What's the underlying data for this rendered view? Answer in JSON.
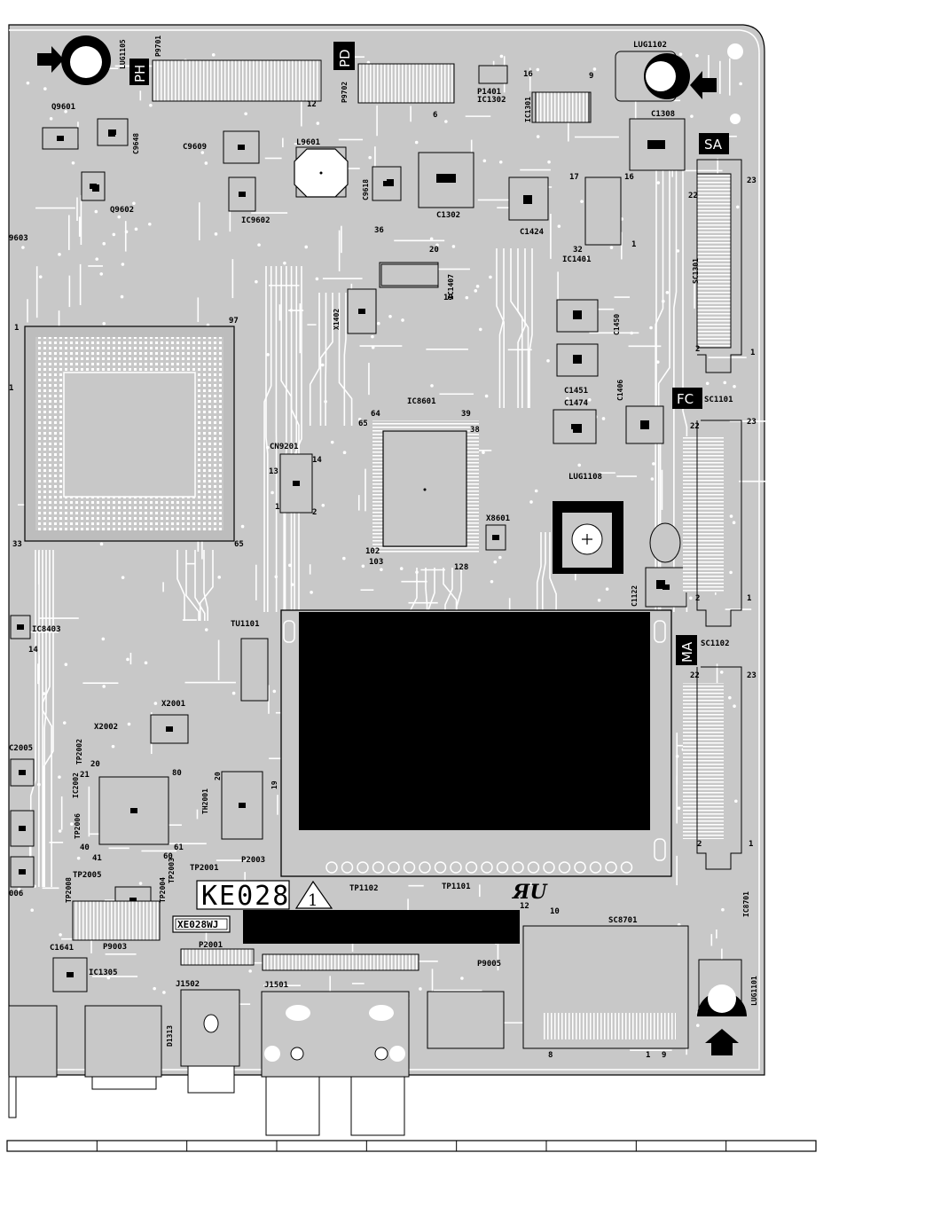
{
  "board": {
    "colors": {
      "board": "#c8c8c8",
      "trace": "#ffffff",
      "ink": "#000000",
      "frame": "#e6e6e6"
    },
    "connector_tags": [
      {
        "id": "tag-ph",
        "text": "PH"
      },
      {
        "id": "tag-pd",
        "text": "PD"
      },
      {
        "id": "tag-sa",
        "text": "SA"
      },
      {
        "id": "tag-fc",
        "text": "FC"
      },
      {
        "id": "tag-ma",
        "text": "MA"
      }
    ],
    "board_code": "KE028",
    "revision_mark": "1",
    "part_code": "XE028WJ",
    "labels": [
      {
        "id": "lbl-lug1105",
        "t": "LUG1105"
      },
      {
        "id": "lbl-p9701",
        "t": "P9701"
      },
      {
        "id": "lbl-p9702",
        "t": "P9702"
      },
      {
        "id": "lbl-p1401",
        "t": "P1401"
      },
      {
        "id": "lbl-ic1302",
        "t": "IC1302"
      },
      {
        "id": "lbl-ic1301",
        "t": "IC1301"
      },
      {
        "id": "lbl-lug1102",
        "t": "LUG1102"
      },
      {
        "id": "lbl-c1308",
        "t": "C1308"
      },
      {
        "id": "lbl-q9601",
        "t": "Q9601"
      },
      {
        "id": "lbl-c9648",
        "t": "C9648"
      },
      {
        "id": "lbl-c9609",
        "t": "C9609"
      },
      {
        "id": "lbl-l9601",
        "t": "L9601"
      },
      {
        "id": "lbl-c9618",
        "t": "C9618"
      },
      {
        "id": "lbl-c1302",
        "t": "C1302"
      },
      {
        "id": "lbl-c1424",
        "t": "C1424"
      },
      {
        "id": "lbl-ic1401",
        "t": "IC1401"
      },
      {
        "id": "lbl-q9602",
        "t": "Q9602"
      },
      {
        "id": "lbl-ic9602",
        "t": "IC9602"
      },
      {
        "id": "lbl-9603",
        "t": "9603"
      },
      {
        "id": "lbl-sc1301",
        "t": "SC1301"
      },
      {
        "id": "lbl-ic1407",
        "t": "IC1407"
      },
      {
        "id": "lbl-x1402",
        "t": "X1402"
      },
      {
        "id": "lbl-c1450",
        "t": "C1450"
      },
      {
        "id": "lbl-c1451",
        "t": "C1451"
      },
      {
        "id": "lbl-c1474",
        "t": "C1474"
      },
      {
        "id": "lbl-c1406",
        "t": "C1406"
      },
      {
        "id": "lbl-sc1101",
        "t": "SC1101"
      },
      {
        "id": "lbl-ic8601",
        "t": "IC8601"
      },
      {
        "id": "lbl-cn9201",
        "t": "CN9201"
      },
      {
        "id": "lbl-lug1108",
        "t": "LUG1108"
      },
      {
        "id": "lbl-x8601",
        "t": "X8601"
      },
      {
        "id": "lbl-c1122",
        "t": "C1122"
      },
      {
        "id": "lbl-ic8403",
        "t": "IC8403"
      },
      {
        "id": "lbl-tu1101",
        "t": "TU1101"
      },
      {
        "id": "lbl-sc1102",
        "t": "SC1102"
      },
      {
        "id": "lbl-x2001",
        "t": "X2001"
      },
      {
        "id": "lbl-x2002",
        "t": "X2002"
      },
      {
        "id": "lbl-tp2002",
        "t": "TP2002"
      },
      {
        "id": "lbl-c2005",
        "t": "C2005"
      },
      {
        "id": "lbl-ic2002",
        "t": "IC2002"
      },
      {
        "id": "lbl-tp2006",
        "t": "TP2006"
      },
      {
        "id": "lbl-th2001",
        "t": "TH2001"
      },
      {
        "id": "lbl-p2003",
        "t": "P2003"
      },
      {
        "id": "lbl-tp2001",
        "t": "TP2001"
      },
      {
        "id": "lbl-tp2005",
        "t": "TP2005"
      },
      {
        "id": "lbl-tp2003",
        "t": "TP2003"
      },
      {
        "id": "lbl-tp2004",
        "t": "TP2004"
      },
      {
        "id": "lbl-tp2008",
        "t": "TP2008"
      },
      {
        "id": "lbl-006",
        "t": "006"
      },
      {
        "id": "lbl-tp1102",
        "t": "TP1102"
      },
      {
        "id": "lbl-tp1101",
        "t": "TP1101"
      },
      {
        "id": "lbl-ic8701",
        "t": "IC8701"
      },
      {
        "id": "lbl-p9003",
        "t": "P9003"
      },
      {
        "id": "lbl-c1641",
        "t": "C1641"
      },
      {
        "id": "lbl-ic1305",
        "t": "IC1305"
      },
      {
        "id": "lbl-p2001",
        "t": "P2001"
      },
      {
        "id": "lbl-sc8701",
        "t": "SC8701"
      },
      {
        "id": "lbl-p9005",
        "t": "P9005"
      },
      {
        "id": "lbl-j1502",
        "t": "J1502"
      },
      {
        "id": "lbl-j1501",
        "t": "J1501"
      },
      {
        "id": "lbl-d1313",
        "t": "D1313"
      },
      {
        "id": "lbl-lug1101",
        "t": "LUG1101"
      }
    ],
    "pins": [
      {
        "id": "pin-97",
        "t": "97"
      },
      {
        "id": "pin-1a",
        "t": "1"
      },
      {
        "id": "pin-1b",
        "t": "1"
      },
      {
        "id": "pin-33",
        "t": "33"
      },
      {
        "id": "pin-65",
        "t": "65"
      },
      {
        "id": "pin-64",
        "t": "64"
      },
      {
        "id": "pin-39",
        "t": "39"
      },
      {
        "id": "pin-65b",
        "t": "65"
      },
      {
        "id": "pin-38",
        "t": "38"
      },
      {
        "id": "pin-102",
        "t": "102"
      },
      {
        "id": "pin-103",
        "t": "103"
      },
      {
        "id": "pin-128",
        "t": "128"
      },
      {
        "id": "pin-13",
        "t": "13"
      },
      {
        "id": "pin-14",
        "t": "14"
      },
      {
        "id": "pin-1c",
        "t": "1"
      },
      {
        "id": "pin-2",
        "t": "2"
      },
      {
        "id": "pin-22a",
        "t": "22"
      },
      {
        "id": "pin-23a",
        "t": "23"
      },
      {
        "id": "pin-2a",
        "t": "2"
      },
      {
        "id": "pin-1d",
        "t": "1"
      },
      {
        "id": "pin-22b",
        "t": "22"
      },
      {
        "id": "pin-23b",
        "t": "23"
      },
      {
        "id": "pin-2b",
        "t": "2"
      },
      {
        "id": "pin-1e",
        "t": "1"
      },
      {
        "id": "pin-22c",
        "t": "22"
      },
      {
        "id": "pin-23c",
        "t": "23"
      },
      {
        "id": "pin-2c",
        "t": "2"
      },
      {
        "id": "pin-1f",
        "t": "1"
      },
      {
        "id": "pin-16",
        "t": "16"
      },
      {
        "id": "pin-9",
        "t": "9"
      },
      {
        "id": "pin-17",
        "t": "17"
      },
      {
        "id": "pin-16b",
        "t": "16"
      },
      {
        "id": "pin-32",
        "t": "32"
      },
      {
        "id": "pin-1g",
        "t": "1"
      },
      {
        "id": "pin-36",
        "t": "36"
      },
      {
        "id": "pin-20",
        "t": "20"
      },
      {
        "id": "pin-19",
        "t": "19"
      },
      {
        "id": "pin-12",
        "t": "12"
      },
      {
        "id": "pin-6",
        "t": "6"
      },
      {
        "id": "pin-20b",
        "t": "20"
      },
      {
        "id": "pin-21",
        "t": "21"
      },
      {
        "id": "pin-80",
        "t": "80"
      },
      {
        "id": "pin-40",
        "t": "40"
      },
      {
        "id": "pin-41",
        "t": "41"
      },
      {
        "id": "pin-60",
        "t": "60"
      },
      {
        "id": "pin-61",
        "t": "61"
      },
      {
        "id": "pin-20c",
        "t": "20"
      },
      {
        "id": "pin-19b",
        "t": "19"
      },
      {
        "id": "pin-12b",
        "t": "12"
      },
      {
        "id": "pin-10",
        "t": "10"
      },
      {
        "id": "pin-8",
        "t": "8"
      },
      {
        "id": "pin-1h",
        "t": "1"
      },
      {
        "id": "pin-9b",
        "t": "9"
      },
      {
        "id": "pin-14b",
        "t": "14"
      }
    ],
    "ruler_segments": 9
  }
}
